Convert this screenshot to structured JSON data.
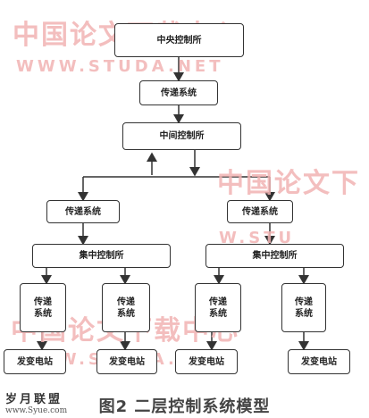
{
  "watermarks": {
    "cn": "中国论文下载中心",
    "en": "WWW.STUDA.NET",
    "cn_partial": "中国论文下",
    "en_partial": "W.STU"
  },
  "nodes": {
    "central": "中央控制所",
    "trans_top": "传递系统",
    "middle": "中间控制所",
    "trans_left": "传递系统",
    "trans_right": "传递系统",
    "conc_left": "集中控制所",
    "conc_right": "集中控制所",
    "leaf_trans": [
      "传递\n系统",
      "传递\n系统",
      "传递\n系统",
      "传递\n系统"
    ],
    "stations": [
      "发变电站",
      "发变电站",
      "发变电站",
      "发变电站"
    ]
  },
  "caption": "图2 二层控制系统模型",
  "logo": {
    "line1": "岁月联盟",
    "line2": "www.Syue.com"
  },
  "colors": {
    "watermark": "#f2b3b3",
    "line": "#333333"
  }
}
